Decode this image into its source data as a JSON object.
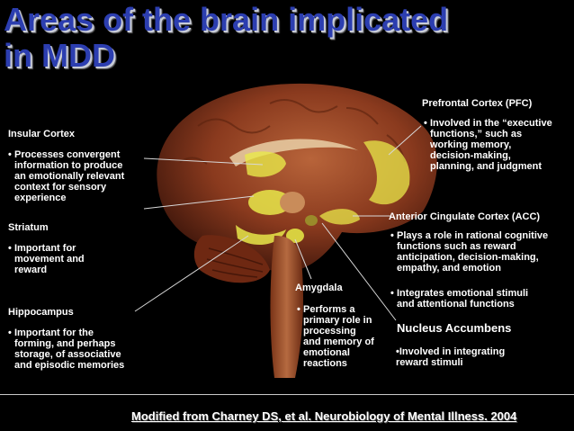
{
  "title": {
    "line1": "Areas of the brain implicated",
    "line2": "in MDD"
  },
  "regions": {
    "pfc": {
      "name": "Prefrontal Cortex (PFC)",
      "bullet": [
        "Involved in the “executive",
        "functions,” such as",
        "working memory,",
        "decision-making,",
        "planning, and judgment"
      ]
    },
    "insular": {
      "name": "Insular Cortex",
      "bullet": [
        "Processes convergent",
        "information to produce",
        "an emotionally relevant",
        "context for sensory",
        "experience"
      ]
    },
    "striatum": {
      "name": "Striatum",
      "bullet": [
        "Important for",
        "movement and",
        "reward"
      ]
    },
    "acc": {
      "name": "Anterior Cingulate Cortex (ACC)",
      "bullet1": [
        "Plays a role in rational cognitive",
        "functions such as reward",
        "anticipation, decision-making,",
        "empathy, and emotion"
      ],
      "bullet2": [
        "Integrates emotional stimuli",
        "and attentional functions"
      ]
    },
    "amygdala": {
      "name": "Amygdala",
      "bullet": [
        "Performs a",
        "primary role in",
        "processing",
        "and memory of",
        "emotional",
        "reactions"
      ]
    },
    "hippocampus": {
      "name": "Hippocampus",
      "bullet": [
        "Important for the",
        "forming, and perhaps",
        "storage, of associative",
        "and episodic memories"
      ]
    },
    "nacc": {
      "name": "Nucleus Accumbens",
      "bullet": [
        "•Involved in integrating",
        "reward stimuli"
      ]
    }
  },
  "bullet_glyph": "•",
  "credit": "Modified from Charney DS, et al. Neurobiology of Mental Illness. 2004",
  "colors": {
    "title": "#2c3eb0",
    "highlight": "#e8e84a",
    "brain": "#8a3a1e",
    "background": "#000000"
  }
}
